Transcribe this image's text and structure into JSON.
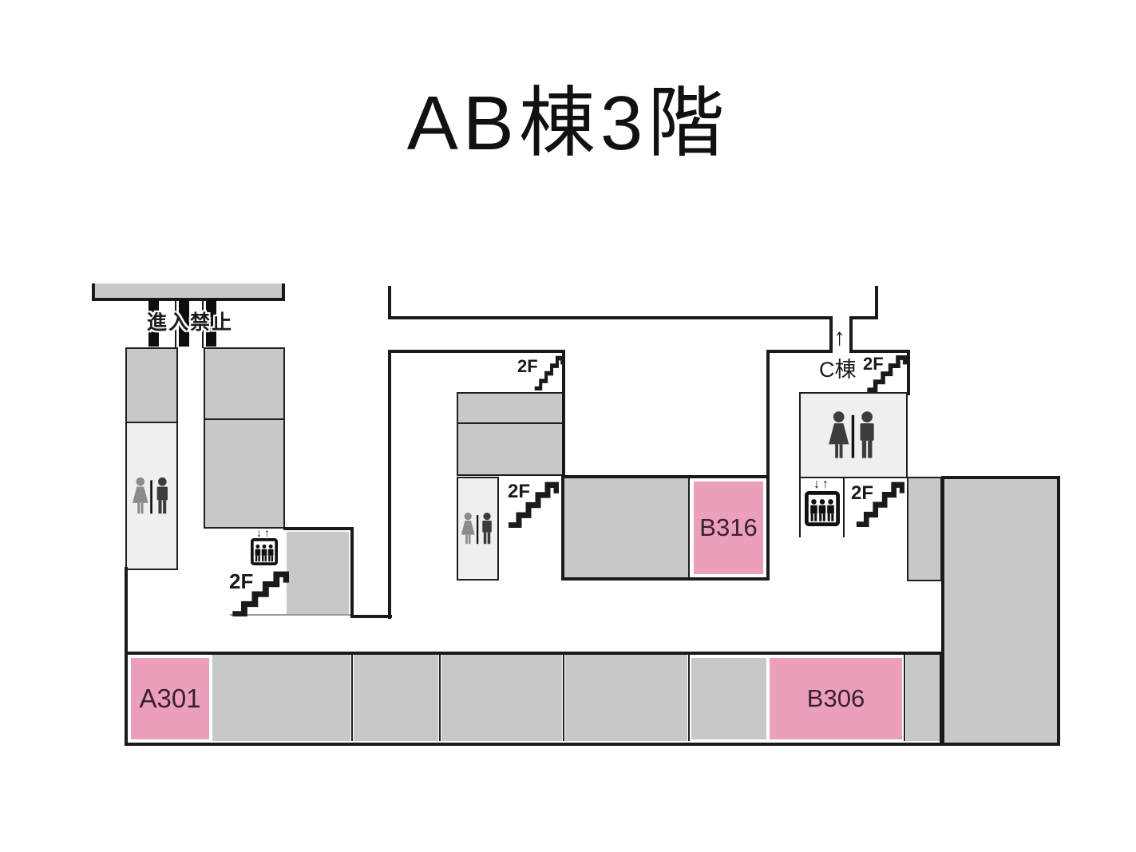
{
  "title": "AB棟3階",
  "labels": {
    "no_entry": "進入禁止",
    "c_building": "C棟",
    "floor_2f": "2F",
    "up_arrow": "↑",
    "elevator_arrows": "↓↑"
  },
  "rooms": {
    "a301": "A301",
    "b316": "B316",
    "b306": "B306"
  },
  "icons": [
    "restroom-women-men-icon",
    "elevator-icon",
    "stairs-up-icon",
    "up-arrow-icon"
  ],
  "colors": {
    "wall": "#1a1a1a",
    "room-gray": "#c7c9c8",
    "room-light": "#efefef",
    "highlight-pink": "#ec9fbc",
    "label-dark": "#3a2130",
    "platform-gray": "#c9c9c9",
    "icon-woman": "#8b8b8b",
    "icon-man": "#3c3c3c"
  }
}
